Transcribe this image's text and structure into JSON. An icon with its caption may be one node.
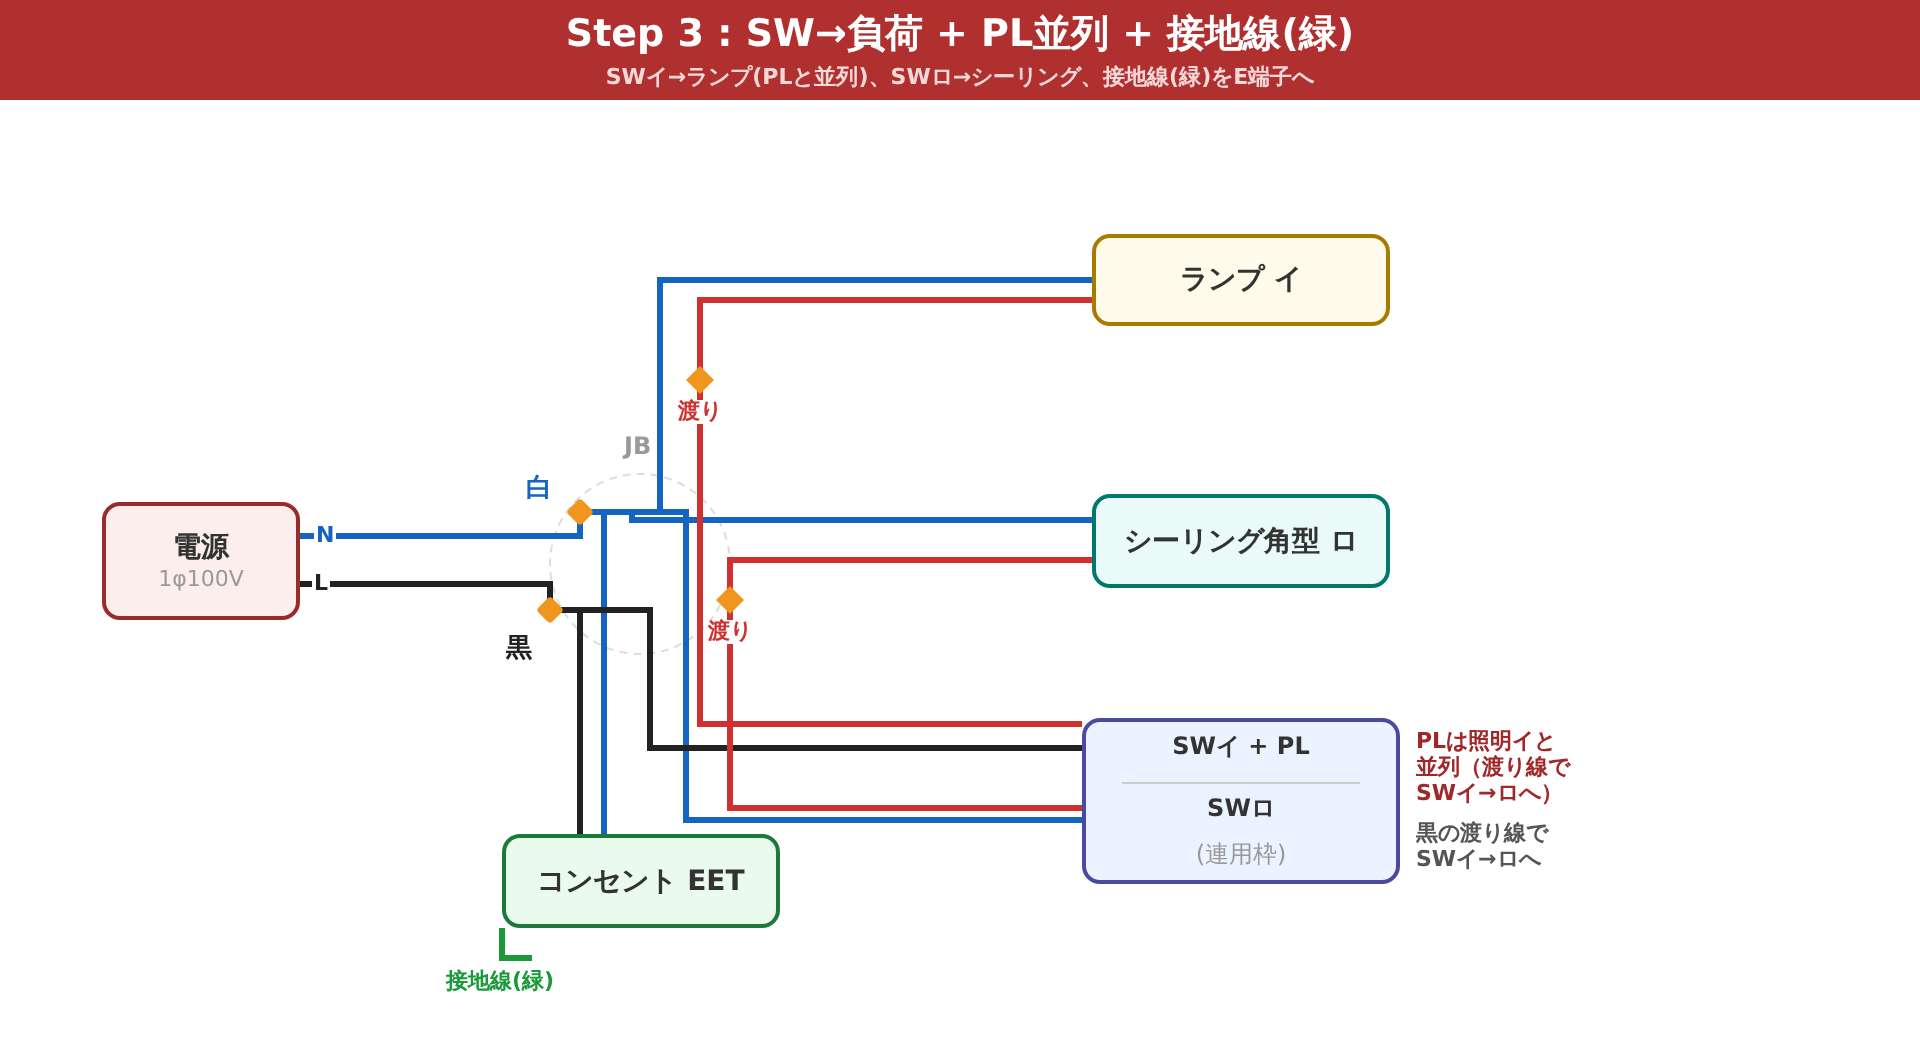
{
  "diagram": {
    "title": "Step 3 : SW→負荷 + PL並列 + 接地線(緑)",
    "caption": "SWイ→ランプ(PLと並列)、SWロ→シーリング、接地線(緑)をE端子へ",
    "nodes": [
      {
        "text": [
          "電源",
          "1φ100V"
        ]
      },
      {
        "text": [
          "ランプ イ"
        ]
      },
      {
        "text": [
          "シーリング角型 ロ"
        ]
      },
      {
        "text": [
          "SWイ + PL",
          "SWロ",
          "(連用枠)"
        ],
        "beside": [
          "PLは照明イと並列（渡り線でSWイ→ロへ）",
          "黒の渡り線でSWイ→ロへ"
        ]
      },
      {
        "text": [
          "コンセント EET"
        ]
      },
      {
        "text": [],
        "shape": "diamond",
        "beside": [
          "白"
        ]
      },
      {
        "text": [],
        "shape": "diamond",
        "beside": [
          "黒"
        ]
      }
    ],
    "edges": [
      {
        "from": 0,
        "to": 5,
        "arrow": "none",
        "label": "N"
      },
      {
        "from": 0,
        "to": 6,
        "arrow": "none",
        "label": "L",
        "color": "#222222"
      },
      {
        "from": 5,
        "to": 1,
        "arrow": "none"
      },
      {
        "from": 5,
        "to": 2,
        "arrow": "none"
      },
      {
        "from": 5,
        "to": 4,
        "arrow": "none"
      },
      {
        "from": 5,
        "to": 3,
        "arrow": "none"
      },
      {
        "from": 6,
        "to": 3,
        "arrow": "none",
        "color": "#222222"
      },
      {
        "from": 6,
        "to": 4,
        "arrow": "none",
        "color": "#222222"
      },
      {
        "from": 1,
        "to": 3,
        "arrow": "none",
        "label": "渡り",
        "color": "#d03030"
      },
      {
        "from": 2,
        "to": 3,
        "arrow": "none",
        "label": "渡り",
        "color": "#d03030"
      },
      {
        "from": 4,
        "to": null,
        "arrow": "none",
        "label": "接地線(緑)",
        "color": "#1a9a3a"
      }
    ],
    "labels": [
      "JB"
    ]
  }
}
